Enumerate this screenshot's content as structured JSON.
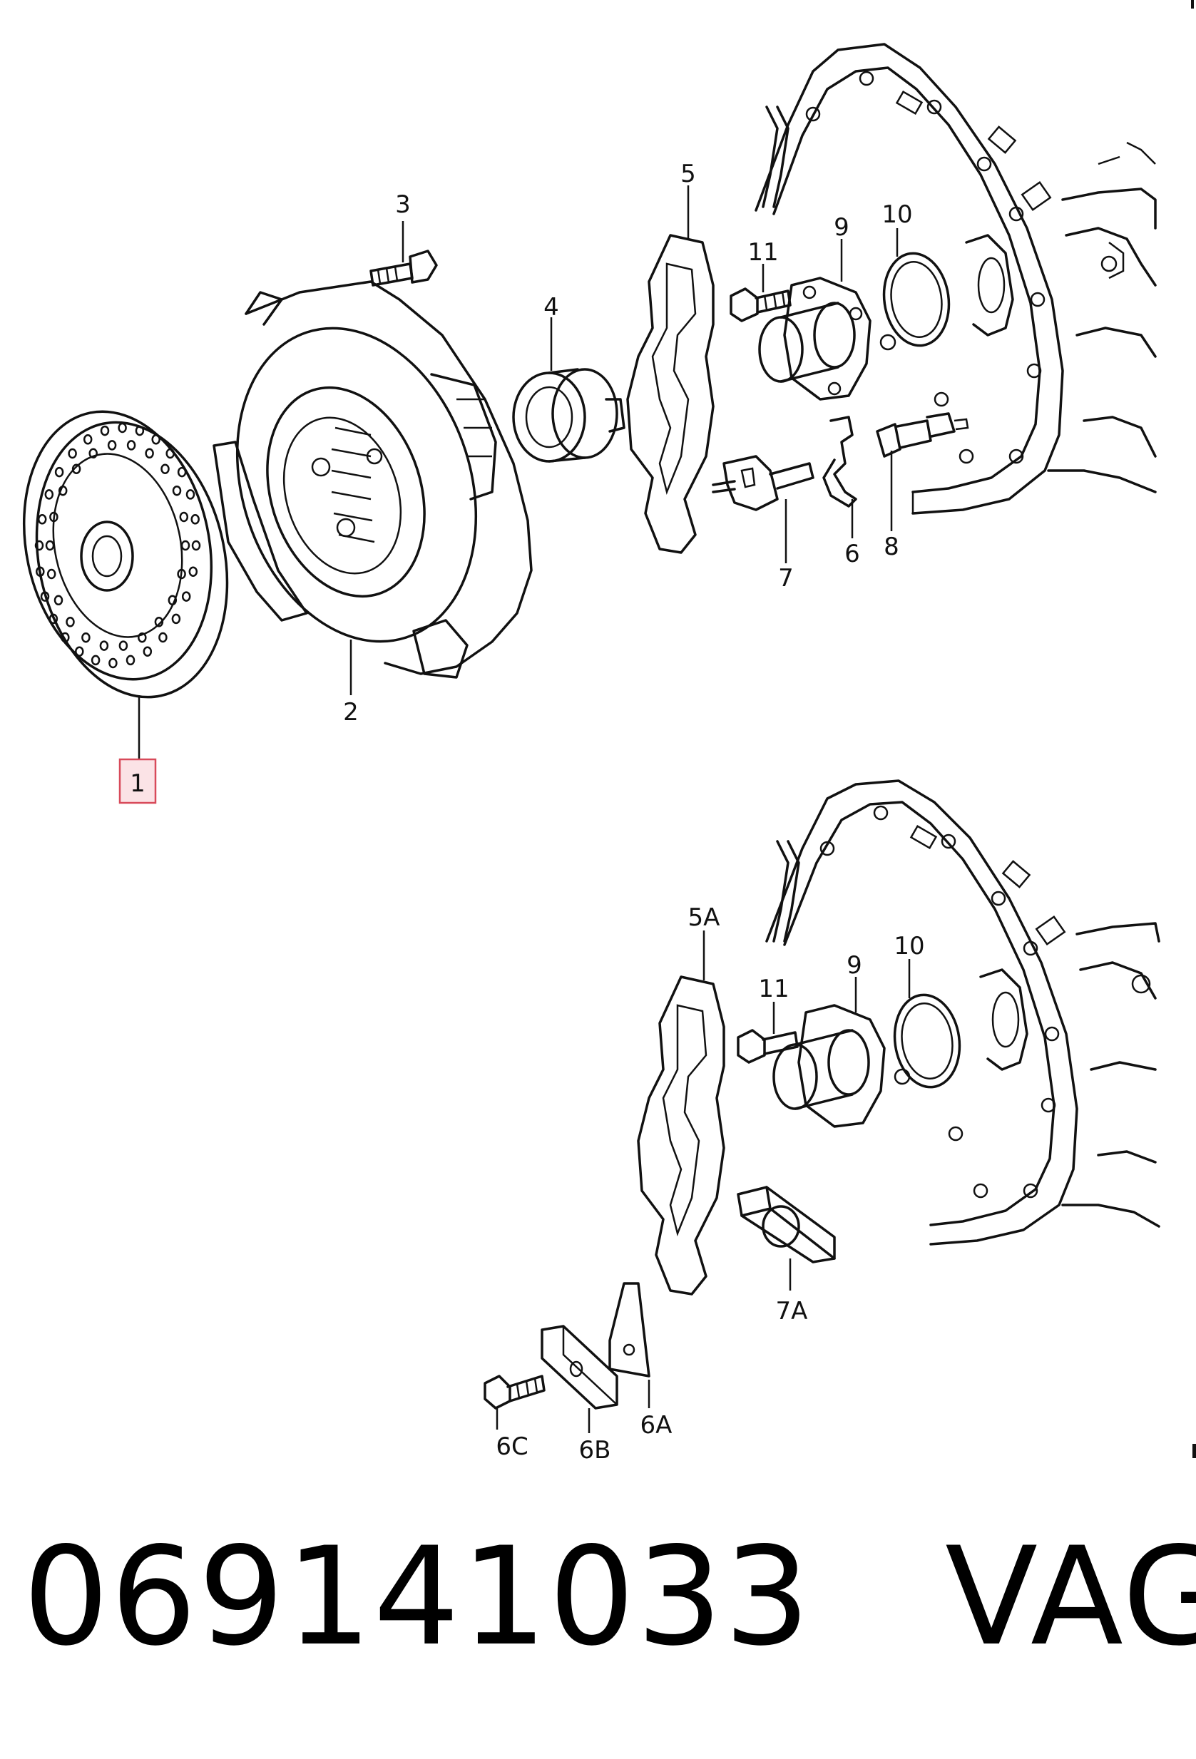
{
  "diagram": {
    "top_labels": {
      "l1": "1",
      "l2": "2",
      "l3": "3",
      "l4": "4",
      "l5": "5",
      "l6": "6",
      "l7": "7",
      "l8": "8",
      "l9": "9",
      "l10": "10",
      "l11": "11"
    },
    "bottom_labels": {
      "l5a": "5A",
      "l6a": "6A",
      "l6b": "6B",
      "l6c": "6C",
      "l7a": "7A",
      "l9": "9",
      "l10": "10",
      "l11": "11"
    },
    "highlighted_item": "1",
    "highlight_color": "#d84a5a"
  },
  "footer": {
    "part_number": "069141033",
    "brand": "VAG"
  }
}
